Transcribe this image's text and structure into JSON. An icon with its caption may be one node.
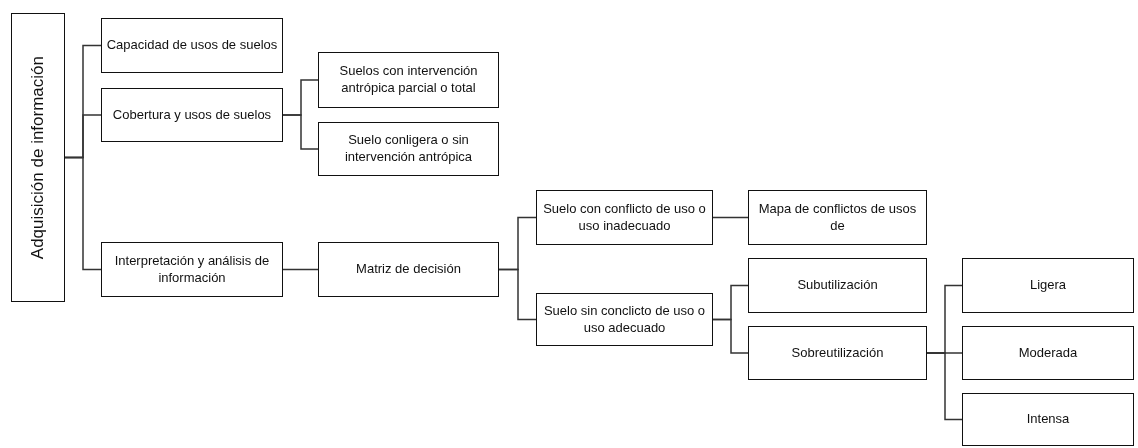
{
  "diagram": {
    "nodes": [
      {
        "text": [
          "Adquisición de información"
        ]
      },
      {
        "text": [
          "Capacidad de usos de suelos"
        ]
      },
      {
        "text": [
          "Cobertura y usos de suelos"
        ]
      },
      {
        "text": [
          "Suelos con intervención antrópica parcial o total"
        ]
      },
      {
        "text": [
          "Suelo conligera o sin intervención antrópica"
        ]
      },
      {
        "text": [
          "Interpretación y análisis de información"
        ]
      },
      {
        "text": [
          "Matriz de decisión"
        ]
      },
      {
        "text": [
          "Suelo con conflicto de uso o uso inadecuado"
        ]
      },
      {
        "text": [
          "Mapa de conflictos de usos de"
        ]
      },
      {
        "text": [
          "Suelo sin conclicto de uso o uso adecuado"
        ]
      },
      {
        "text": [
          "Subutilización"
        ]
      },
      {
        "text": [
          "Sobreutilización"
        ]
      },
      {
        "text": [
          "Ligera"
        ]
      },
      {
        "text": [
          "Moderada"
        ]
      },
      {
        "text": [
          "Intensa"
        ]
      }
    ],
    "edges": [
      {
        "from": 0,
        "to": 1,
        "arrow": "none"
      },
      {
        "from": 0,
        "to": 2,
        "arrow": "none"
      },
      {
        "from": 0,
        "to": 5,
        "arrow": "none"
      },
      {
        "from": 2,
        "to": 3,
        "arrow": "none"
      },
      {
        "from": 2,
        "to": 4,
        "arrow": "none"
      },
      {
        "from": 5,
        "to": 6,
        "arrow": "none"
      },
      {
        "from": 6,
        "to": 7,
        "arrow": "none"
      },
      {
        "from": 6,
        "to": 9,
        "arrow": "none"
      },
      {
        "from": 7,
        "to": 8,
        "arrow": "none"
      },
      {
        "from": 9,
        "to": 10,
        "arrow": "none"
      },
      {
        "from": 9,
        "to": 11,
        "arrow": "none"
      },
      {
        "from": 11,
        "to": 12,
        "arrow": "none"
      },
      {
        "from": 11,
        "to": 13,
        "arrow": "none"
      },
      {
        "from": 11,
        "to": 14,
        "arrow": "none"
      }
    ]
  }
}
